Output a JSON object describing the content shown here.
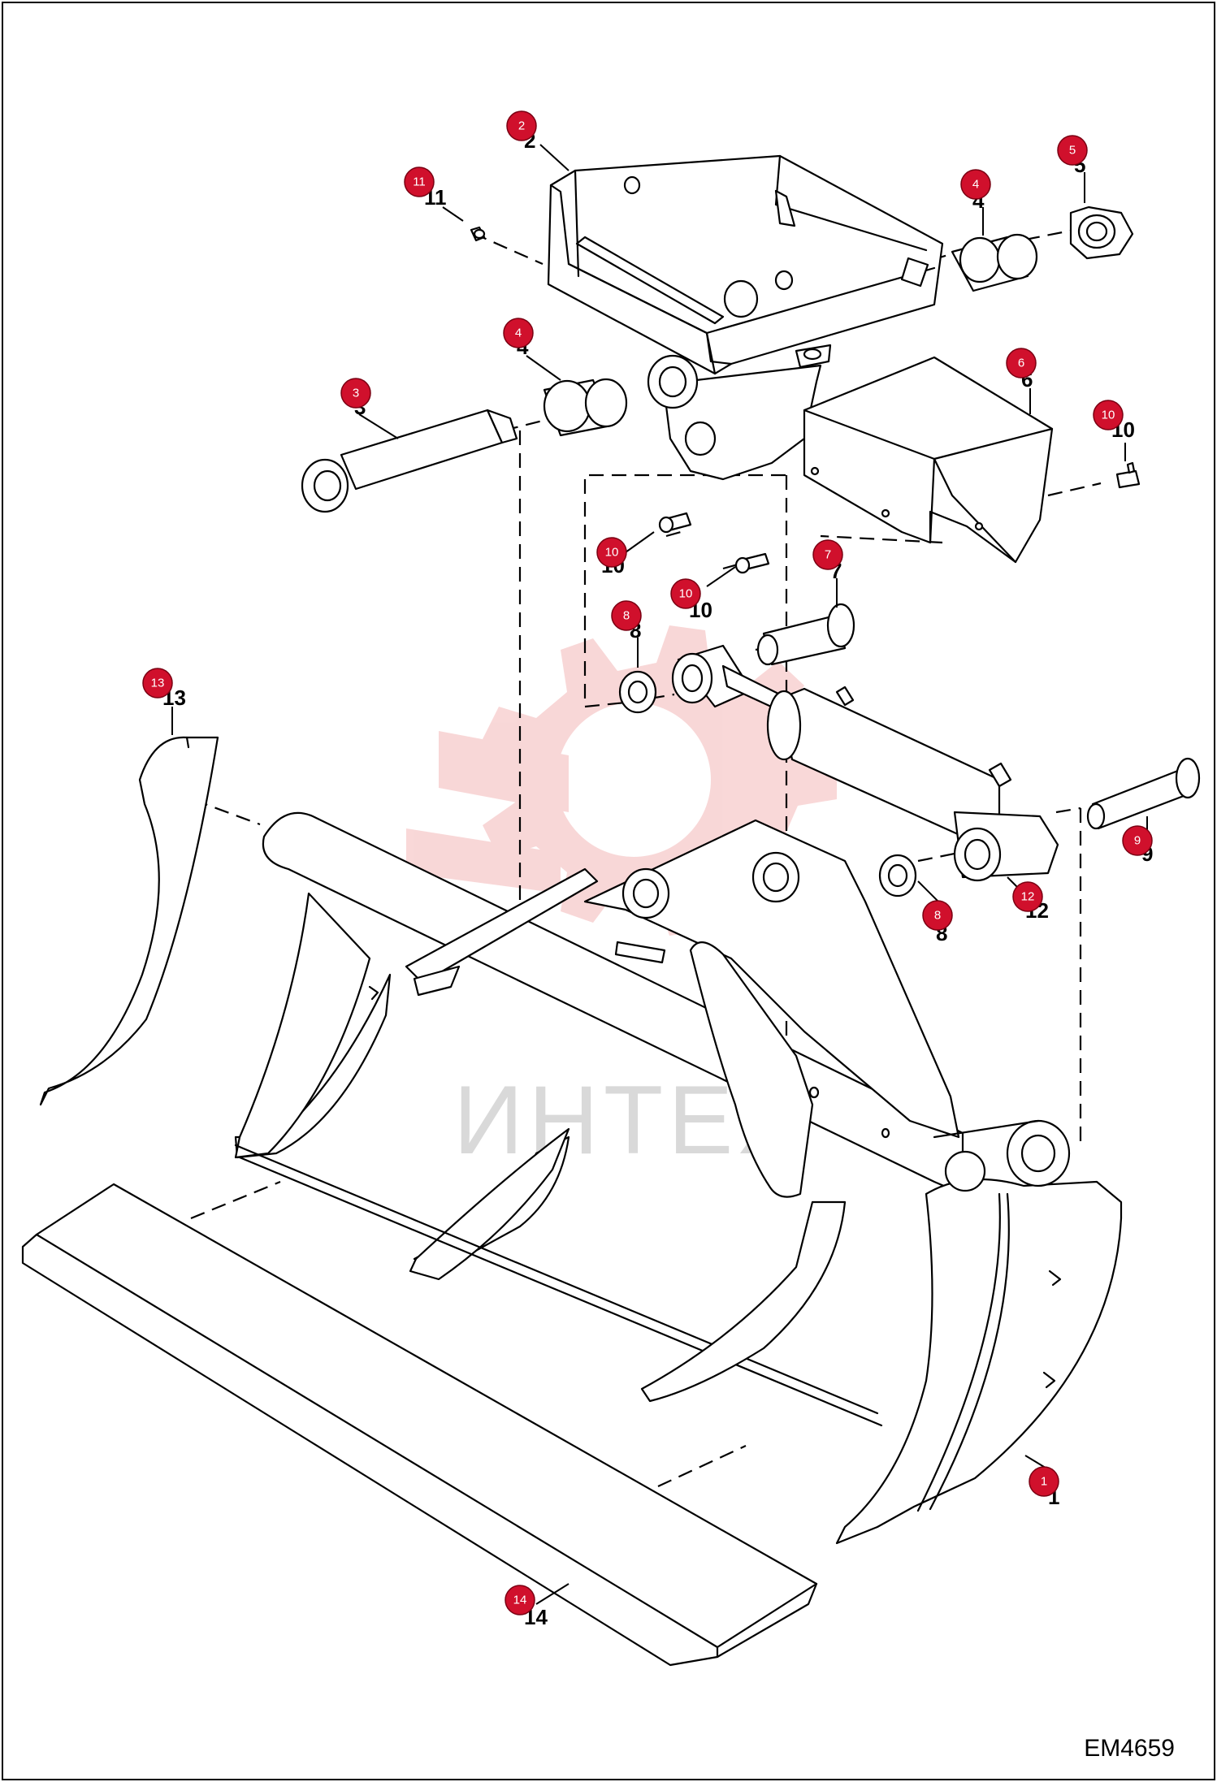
{
  "diagram": {
    "code": "EM4659",
    "watermark": "ИНТЕХ",
    "accent_color": "#d0102c"
  },
  "callouts": [
    {
      "id": "c2",
      "badge": "2",
      "label": "2"
    },
    {
      "id": "c11",
      "badge": "11",
      "label": "11"
    },
    {
      "id": "c4a",
      "badge": "4",
      "label": "4"
    },
    {
      "id": "c5",
      "badge": "5",
      "label": "5"
    },
    {
      "id": "c4b",
      "badge": "4",
      "label": "4"
    },
    {
      "id": "c6",
      "badge": "6",
      "label": "6"
    },
    {
      "id": "c3",
      "badge": "3",
      "label": "3"
    },
    {
      "id": "c10a",
      "badge": "10",
      "label": "10"
    },
    {
      "id": "c10b",
      "badge": "10",
      "label": "10"
    },
    {
      "id": "c10c",
      "badge": "10",
      "label": "10"
    },
    {
      "id": "c7",
      "badge": "7",
      "label": "7"
    },
    {
      "id": "c8a",
      "badge": "8",
      "label": "8"
    },
    {
      "id": "c13",
      "badge": "13",
      "label": "13"
    },
    {
      "id": "c9",
      "badge": "9",
      "label": "9"
    },
    {
      "id": "c8b",
      "badge": "8",
      "label": "8"
    },
    {
      "id": "c12",
      "badge": "12",
      "label": "12"
    },
    {
      "id": "c1",
      "badge": "1",
      "label": "1"
    },
    {
      "id": "c14",
      "badge": "14",
      "label": "14"
    }
  ]
}
